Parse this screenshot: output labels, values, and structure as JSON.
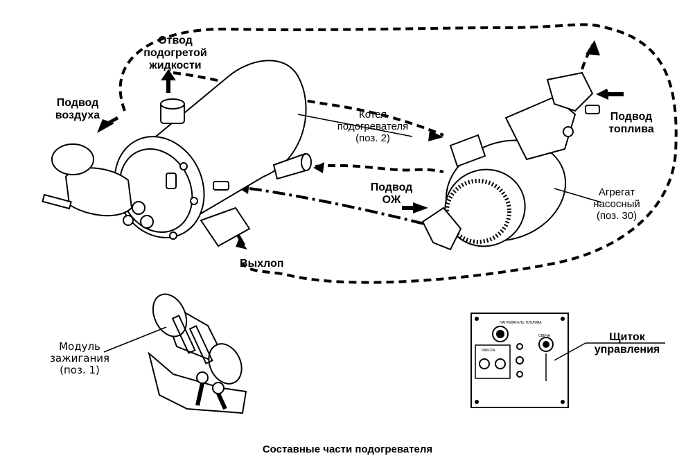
{
  "labels": {
    "air_inlet": [
      "Подвод",
      "воздуха"
    ],
    "heated_fluid_outlet": [
      "Отвод",
      "подогретой",
      "жидкости"
    ],
    "boiler": [
      "Котел",
      "подогревателя",
      "(поз. 2)"
    ],
    "fuel_inlet": [
      "Подвод",
      "топлива"
    ],
    "coolant_inlet": [
      "Подвод",
      "ОЖ"
    ],
    "pump_unit": [
      "Агрегат",
      "насосный",
      "(поз. 30)"
    ],
    "exhaust": "Выхлоп",
    "ignition_module": [
      "Модуль",
      "зажигания",
      "(поз. 1)"
    ],
    "control_panel": [
      "Щиток",
      "управления"
    ]
  },
  "panel_text": {
    "top": "НАГРЕВАТЕЛЬ ТОПЛИВА",
    "left": "РАБОТА",
    "right": "СВЕЧА"
  },
  "caption": "Составные части подогревателя"
}
